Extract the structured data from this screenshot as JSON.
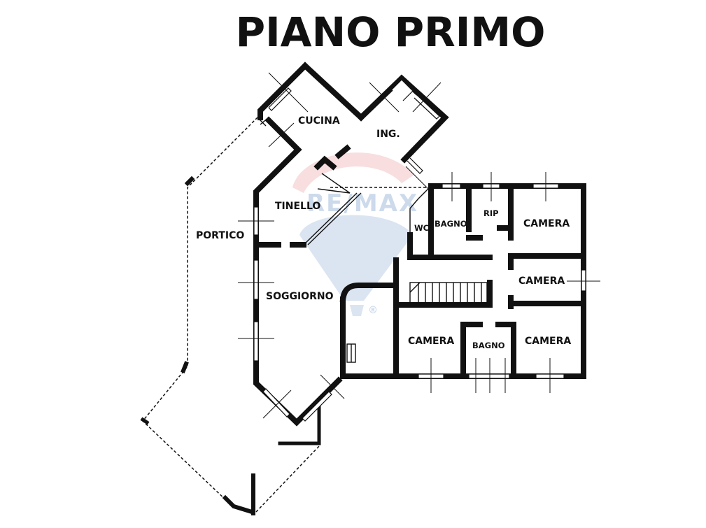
{
  "title": "PIANO PRIMO",
  "rooms": {
    "cucina": "CUCINA",
    "ingresso": "ING.",
    "tinello": "TINELLO",
    "portico": "PORTICO",
    "soggiorno": "SOGGIORNO",
    "wc": "WC",
    "bagno_top": "BAGNO",
    "ripostiglio": "RIP",
    "camera_top_right": "CAMERA",
    "camera_mid_right": "CAMERA",
    "camera_bottom_left": "CAMERA",
    "bagno_bottom": "BAGNO",
    "camera_bottom_right": "CAMERA"
  },
  "watermark": {
    "text": "RE/MAX",
    "mark": "®",
    "colors": {
      "red": "#d94a50",
      "blue": "#1e5aa8"
    }
  },
  "icons": {
    "watermark": "balloon-logo-icon",
    "stairs": "stairs-icon"
  }
}
